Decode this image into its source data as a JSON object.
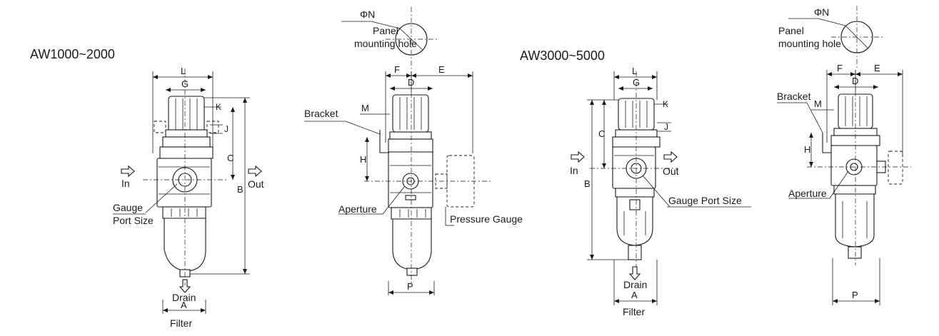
{
  "diagrams": [
    {
      "title": "AW1000~2000",
      "labels": {
        "L": "L",
        "G": "G",
        "K": "K",
        "J": "J",
        "C": "C",
        "B": "B",
        "A": "A",
        "in": "In",
        "out": "Out",
        "gauge_line1": "Gauge",
        "gauge_line2": "Port Size",
        "drain": "Drain",
        "filter": "Filter"
      }
    },
    {
      "labels": {
        "phiN": "ΦN",
        "panel_line1": "Panel",
        "panel_line2": "mounting hole",
        "F": "F",
        "E": "E",
        "D": "D",
        "M": "M",
        "H": "H",
        "P": "P",
        "bracket": "Bracket",
        "aperture": "Aperture",
        "pressure_gauge": "Pressure Gauge"
      }
    },
    {
      "title": "AW3000~5000",
      "labels": {
        "L": "L",
        "G": "G",
        "K": "K",
        "J": "J",
        "C": "C",
        "B": "B",
        "A": "A",
        "in": "In",
        "out": "Out",
        "gauge_port": "Gauge Port Size",
        "drain": "Drain",
        "filter": "Filter"
      }
    },
    {
      "labels": {
        "phiN": "ΦN",
        "panel_line1": "Panel",
        "panel_line2": "mounting hole",
        "F": "F",
        "E": "E",
        "D": "D",
        "M": "M",
        "H": "H",
        "P": "P",
        "bracket": "Bracket",
        "aperture": "Aperture"
      }
    }
  ]
}
